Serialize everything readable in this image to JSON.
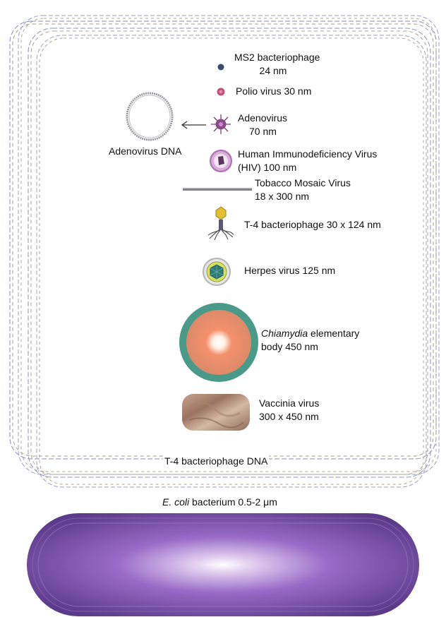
{
  "labels": {
    "ms2_name": "MS2 bacteriophage",
    "ms2_size": "24 nm",
    "polio": "Polio virus 30 nm",
    "adeno_name": "Adenovirus",
    "adeno_size": "70 nm",
    "adeno_dna": "Adenovirus DNA",
    "hiv_line1": "Human Immunodeficiency Virus",
    "hiv_line2": "(HIV) 100 nm",
    "tmv_name": "Tobacco Mosaic Virus",
    "tmv_size": "18 x 300 nm",
    "t4": "T-4 bacteriophage 30 x 124 nm",
    "herpes": "Herpes virus 125 nm",
    "chlamydia_italic": "Chiamydia",
    "chlamydia_rest": " elementary",
    "chlamydia_line2": "body 450 nm",
    "vaccinia_name": "Vaccinia virus",
    "vaccinia_size": "300 x 450 nm",
    "t4_dna": "T-4 bacteriophage DNA",
    "ecoli_italic": "E. coli",
    "ecoli_rest": " bacterium 0.5-2 μm"
  },
  "colors": {
    "dna_strand_a": "#8a8fb5",
    "dna_strand_b": "#a89d86",
    "chlamydia_ring": "#4a9a8a",
    "chlamydia_core": "#f07a55",
    "ecoli": "#6a3a9a",
    "hiv": "#c28cc4",
    "herpes_core": "#2f7a7a",
    "vaccinia": "#b08a70"
  },
  "icons": [
    "ms2-particle",
    "polio-particle",
    "adenovirus-particle",
    "adenovirus-dna-circle",
    "hiv-particle",
    "tmv-rod",
    "t4-phage",
    "herpes-particle",
    "chlamydia-body",
    "vaccinia-particle",
    "ecoli-cell"
  ]
}
